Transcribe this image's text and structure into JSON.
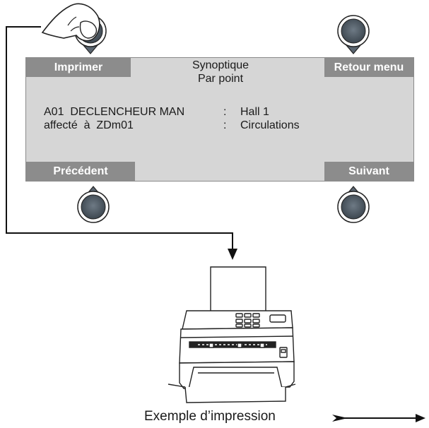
{
  "screen": {
    "title": "Synoptique",
    "subtitle": "Par point",
    "softkeys": {
      "top_left": "Imprimer",
      "top_right": "Retour menu",
      "bottom_left": "Précédent",
      "bottom_right": "Suivant"
    },
    "rows": [
      {
        "left": "A01  DECLENCHEUR MAN",
        "sep": ":",
        "right": "Hall 1"
      },
      {
        "left": "affecté  à  ZDm01",
        "sep": ":",
        "right": "Circulations"
      }
    ]
  },
  "caption": "Exemple d’impression",
  "icons": [
    "finger-press-icon",
    "round-button-icon",
    "printer-icon",
    "arrow-right-icon"
  ],
  "colors": {
    "lcd_background": "#d6d6d6",
    "softkey_background": "#8c8c8c",
    "button_fill": "#4f5a64"
  }
}
